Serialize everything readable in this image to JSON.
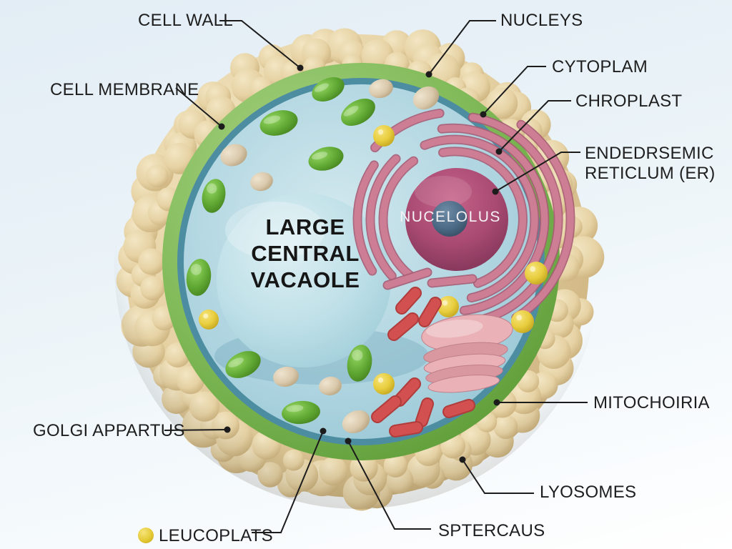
{
  "title": "Plant cell 3D diagram",
  "labels": {
    "cell_wall": {
      "text": "CELL WALL"
    },
    "nucleys": {
      "text": "NUCLEYS"
    },
    "cytoplam": {
      "text": "CYTOPLAM"
    },
    "chroplast": {
      "text": "CHROPLAST"
    },
    "endoplasmic_reticulum": {
      "text": "ENDEDRSEMIC\nRETICLUM (ER)"
    },
    "cell_membrane": {
      "text": "CELL MEMBRANE"
    },
    "mitochoiria": {
      "text": "MITOCHOIRIA"
    },
    "golgi_appartus": {
      "text": "GOLGI APPARTUS"
    },
    "lyosomes": {
      "text": "LYOSOMES"
    },
    "leucoplats": {
      "text": "LEUCOPLATS"
    },
    "sptercaus": {
      "text": "SPTERCAUS"
    },
    "nucelolus": {
      "text": "NUCELOLUS"
    },
    "vacuole": {
      "text": "LARGE\nCENTRAL\nVACAOLE"
    }
  },
  "colors": {
    "wall_tan": "#e6d2a4",
    "wall_tan_dark": "#c9ae79",
    "wall_tan_light": "#f3e6c3",
    "membrane_green": "#7fb957",
    "membrane_green_dark": "#5e9c38",
    "membrane_green_light": "#a9d384",
    "inner_teal": "#4d8da2",
    "cytoplasm_blue": "#aad2de",
    "cytoplasm_light": "#d2e8ee",
    "vacuole_blue": "#bfe0e8",
    "vacuole_light": "#ddeff3",
    "nucleus_pink": "#a84a72",
    "nucleus_light": "#c66289",
    "nucleolus_blue": "#4c6a85",
    "er_pink": "#cd7e94",
    "er_pink_dark": "#a75c74",
    "chloroplast_green": "#5fa833",
    "chloroplast_light": "#94d660",
    "beige_organelle": "#d9c8ab",
    "leucoplast_yellow": "#e8cd3e",
    "rod_red": "#d25050",
    "golgi_pink": "#eab2b7",
    "golgi_pink_dark": "#d997a0",
    "leader_line": "#1c1c1c"
  }
}
